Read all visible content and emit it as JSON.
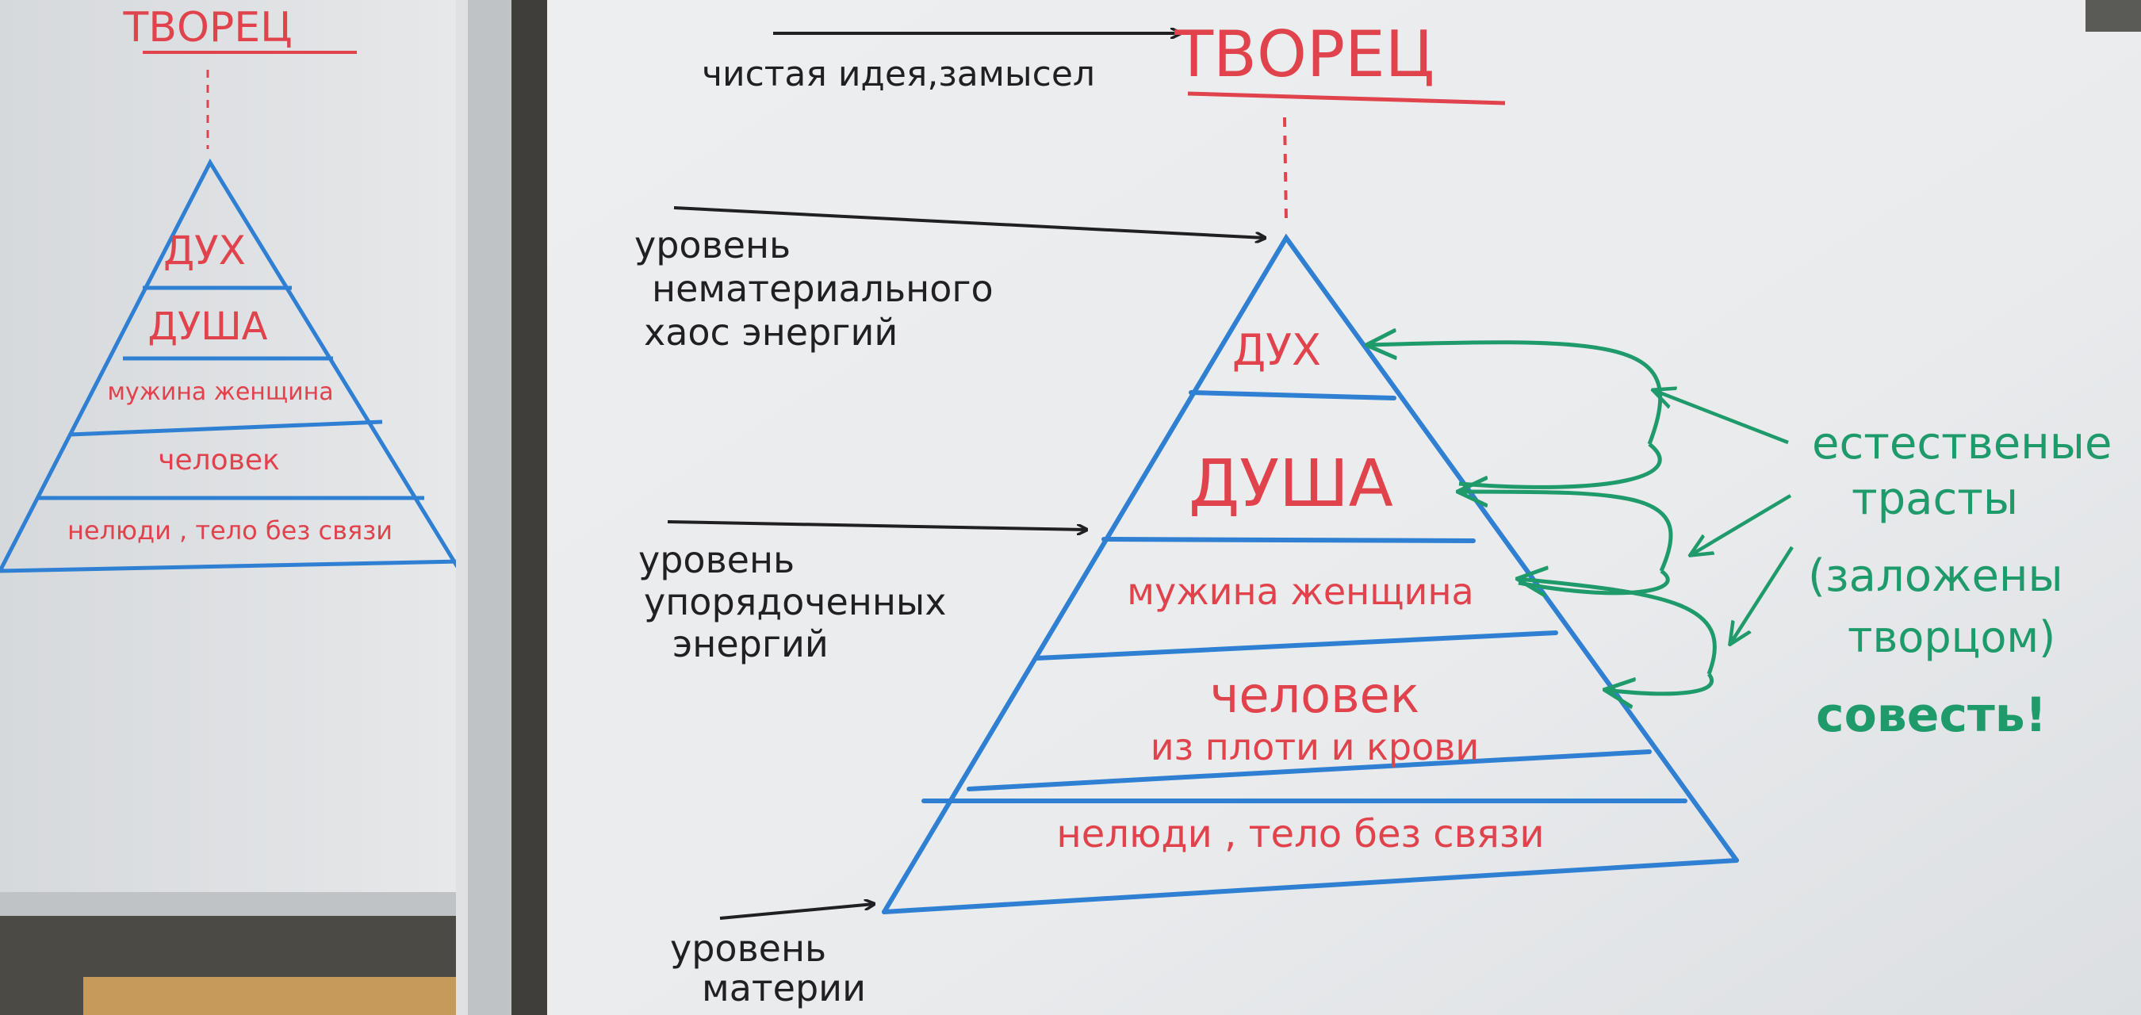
{
  "colors": {
    "marker_red": "#e0434c",
    "marker_blue": "#2f7fd3",
    "marker_black": "#1f1f24",
    "marker_green": "#1f9a6b",
    "board": "#e9ebec"
  },
  "left_board": {
    "creator": "ТВОРЕЦ",
    "levels": [
      "ДУХ",
      "ДУША",
      "мужина женщина",
      "человек",
      "нелюди , тело без связи"
    ]
  },
  "main_board": {
    "pure_idea": "чистая идея,замысел",
    "creator": "ТВОРЕЦ",
    "levels": {
      "spirit": "ДУХ",
      "soul": "ДУША",
      "man_woman": "мужина женщина",
      "human_line1": "человек",
      "human_line2": "из плоти и крови",
      "nonhumans": "нелюди , тело без связи"
    },
    "left_labels": {
      "immaterial_l1": "уровень",
      "immaterial_l2": "нематериального",
      "immaterial_l3": "хаос энергий",
      "ordered_l1": "уровень",
      "ordered_l2": "упорядоченных",
      "ordered_l3": "энергий",
      "matter_l1": "уровень",
      "matter_l2": "материи"
    },
    "right_note": {
      "line1": "естественые",
      "line2": "трасты",
      "line3": "(заложены",
      "line4": "творцом)",
      "line5": "совесть!"
    }
  }
}
